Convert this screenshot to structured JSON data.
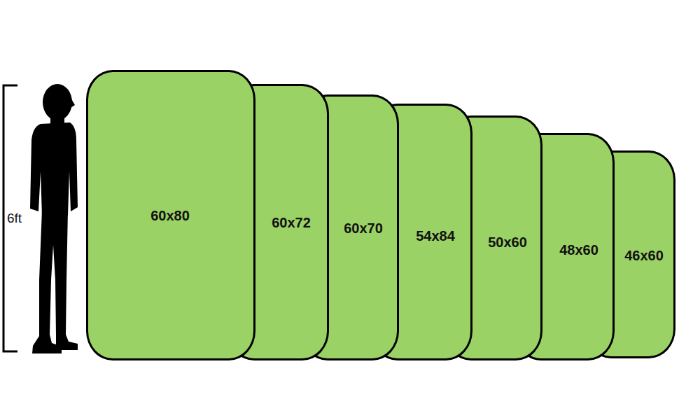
{
  "diagram": {
    "nodes": [
      {
        "text": [
          "60x80"
        ]
      },
      {
        "text": [
          "60x72"
        ]
      },
      {
        "text": [
          "60x70"
        ]
      },
      {
        "text": [
          "54x84"
        ]
      },
      {
        "text": [
          "50x60"
        ]
      },
      {
        "text": [
          "48x60"
        ]
      },
      {
        "text": [
          "46x60"
        ]
      }
    ],
    "labels": [
      "6ft"
    ]
  }
}
